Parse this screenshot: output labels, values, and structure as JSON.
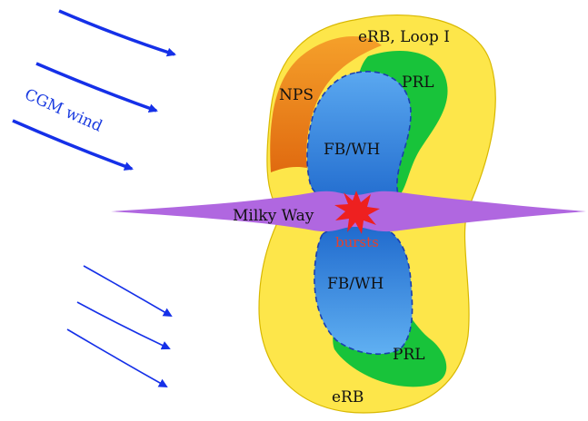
{
  "labels": {
    "erb_loop": "eRB, Loop I",
    "nps": "NPS",
    "prl_top": "PRL",
    "fbwh_top": "FB/WH",
    "milky_way": "Milky Way",
    "bursts": "bursts",
    "fbwh_bottom": "FB/WH",
    "prl_bottom": "PRL",
    "erb_bottom": "eRB",
    "cgm_wind": "CGM wind"
  },
  "colors": {
    "erb_fill": "#fde64a",
    "erb_stroke": "#d8b800",
    "prl_fill": "#18c33a",
    "nps_fill": "#ee8a17",
    "fbwh_fill": "#2a7fd8",
    "fbwh_stroke": "#1b3fb0",
    "milky_way": "#b067e0",
    "burst": "#ee2020",
    "wind_arrow": "#1530e8"
  }
}
